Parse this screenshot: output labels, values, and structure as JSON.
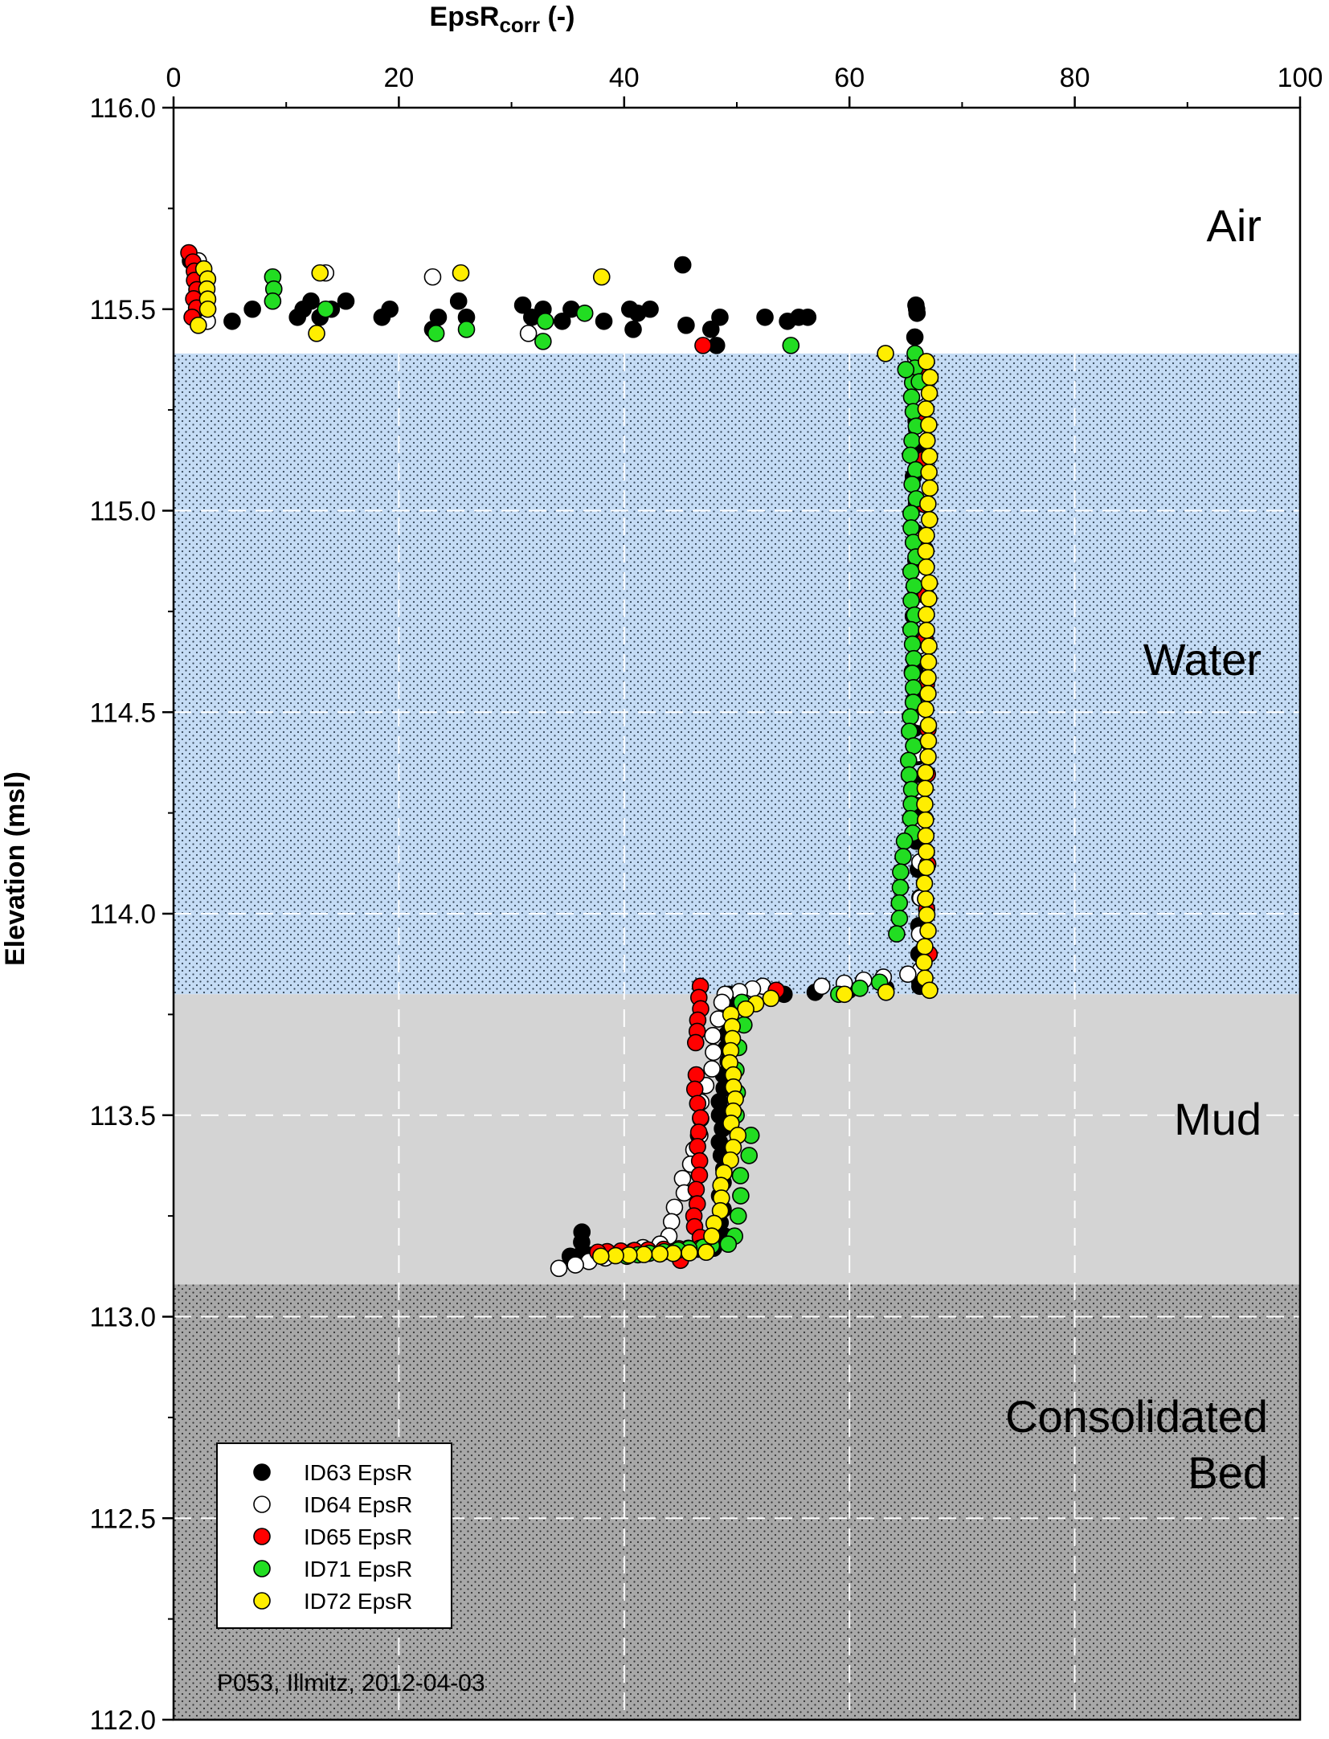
{
  "chart_data": {
    "type": "scatter",
    "xlabel_main": "EpsR",
    "xlabel_sub": "corr",
    "xlabel_suffix": " (-)",
    "ylabel": "Elevation (msl)",
    "xlim": [
      0,
      100
    ],
    "ylim": [
      112.0,
      116.0
    ],
    "x_ticks": [
      "0",
      "20",
      "40",
      "60",
      "80",
      "100"
    ],
    "y_ticks": [
      "112.0",
      "112.5",
      "113.0",
      "113.5",
      "114.0",
      "114.5",
      "115.0",
      "115.5",
      "116.0"
    ],
    "x_axis_position": "top",
    "grid": true,
    "legend_position": "bottom-left",
    "annotation": "P053, Illmitz, 2012-04-03",
    "layers": [
      {
        "label": "Air",
        "top": 116.0,
        "bottom": 115.39,
        "color": "#ffffff",
        "pattern": "none"
      },
      {
        "label": "Water",
        "top": 115.39,
        "bottom": 113.8,
        "color": "#c5dcf5",
        "pattern": "stipple"
      },
      {
        "label": "Mud",
        "top": 113.8,
        "bottom": 113.08,
        "color": "#d4d4d4",
        "pattern": "none"
      },
      {
        "label_line1": "Consolidated",
        "label_line2": "Bed",
        "top": 113.08,
        "bottom": 112.0,
        "color": "#a8a8a8",
        "pattern": "stipple"
      }
    ],
    "series": [
      {
        "name": "ID63 EpsR",
        "color": "#000000",
        "segments": [
          {
            "x0": 65.9,
            "y0": 115.5,
            "x1": 65.7,
            "y1": 114.6,
            "n": 14,
            "j": 0.2
          },
          {
            "x0": 65.8,
            "y0": 114.6,
            "x1": 66.3,
            "y1": 113.83,
            "n": 12,
            "j": 0.2
          },
          {
            "x0": 66.0,
            "y0": 113.82,
            "x1": 54.0,
            "y1": 113.8,
            "n": 5,
            "j": 0.3
          },
          {
            "x0": 49.5,
            "y0": 113.8,
            "x1": 48.5,
            "y1": 113.5,
            "n": 10,
            "j": 0.3
          },
          {
            "x0": 48.5,
            "y0": 113.5,
            "x1": 48.8,
            "y1": 113.2,
            "n": 10,
            "j": 0.3
          },
          {
            "x0": 48.0,
            "y0": 113.17,
            "x1": 35.5,
            "y1": 113.15,
            "n": 9,
            "j": 0.3
          },
          {
            "x0": 36.3,
            "y0": 113.21,
            "x1": 36.3,
            "y1": 113.16,
            "n": 3,
            "j": 0.1
          }
        ],
        "points": [
          [
            1.5,
            115.62
          ],
          [
            2.2,
            115.55
          ],
          [
            3.0,
            115.5
          ],
          [
            5.2,
            115.47
          ],
          [
            7.0,
            115.5
          ],
          [
            11.0,
            115.48
          ],
          [
            11.5,
            115.5
          ],
          [
            12.2,
            115.52
          ],
          [
            13.0,
            115.48
          ],
          [
            14.0,
            115.5
          ],
          [
            15.3,
            115.52
          ],
          [
            18.5,
            115.48
          ],
          [
            19.2,
            115.5
          ],
          [
            23.0,
            115.45
          ],
          [
            23.5,
            115.48
          ],
          [
            25.3,
            115.52
          ],
          [
            26.0,
            115.48
          ],
          [
            31.0,
            115.51
          ],
          [
            31.8,
            115.48
          ],
          [
            32.8,
            115.5
          ],
          [
            34.5,
            115.47
          ],
          [
            35.3,
            115.5
          ],
          [
            38.2,
            115.47
          ],
          [
            40.5,
            115.5
          ],
          [
            40.8,
            115.45
          ],
          [
            41.2,
            115.49
          ],
          [
            42.3,
            115.5
          ],
          [
            45.2,
            115.61
          ],
          [
            45.5,
            115.46
          ],
          [
            47.7,
            115.45
          ],
          [
            48.5,
            115.48
          ],
          [
            48.2,
            115.41
          ],
          [
            52.5,
            115.48
          ],
          [
            54.5,
            115.47
          ],
          [
            55.5,
            115.48
          ],
          [
            56.3,
            115.48
          ],
          [
            65.9,
            115.51
          ],
          [
            66.0,
            115.49
          ]
        ]
      },
      {
        "name": "ID64 EpsR",
        "color": "#ffffff",
        "segments": [
          {
            "x0": 66.0,
            "y0": 115.38,
            "x1": 66.3,
            "y1": 113.86,
            "n": 18,
            "j": 0.15
          },
          {
            "x0": 65.0,
            "y0": 113.85,
            "x1": 57.5,
            "y1": 113.82,
            "n": 5,
            "j": 0.2
          },
          {
            "x0": 52.5,
            "y0": 113.82,
            "x1": 49.0,
            "y1": 113.8,
            "n": 4,
            "j": 0.2
          },
          {
            "x0": 48.5,
            "y0": 113.78,
            "x1": 46.5,
            "y1": 113.45,
            "n": 9,
            "j": 0.3
          },
          {
            "x0": 46.5,
            "y0": 113.45,
            "x1": 44.0,
            "y1": 113.2,
            "n": 8,
            "j": 0.3
          },
          {
            "x0": 43.0,
            "y0": 113.18,
            "x1": 34.5,
            "y1": 113.12,
            "n": 8,
            "j": 0.3
          }
        ],
        "points": [
          [
            3.0,
            115.47
          ],
          [
            13.5,
            115.59
          ],
          [
            23.0,
            115.58
          ],
          [
            31.5,
            115.44
          ],
          [
            2.2,
            115.62
          ]
        ]
      },
      {
        "name": "ID65 EpsR",
        "color": "#ff0000",
        "segments": [
          {
            "x0": 1.5,
            "y0": 115.64,
            "x1": 1.8,
            "y1": 115.48,
            "n": 8,
            "j": 0.4
          },
          {
            "x0": 66.5,
            "y0": 115.35,
            "x1": 67.0,
            "y1": 113.9,
            "n": 14,
            "j": 0.2
          },
          {
            "x0": 46.8,
            "y0": 113.82,
            "x1": 46.5,
            "y1": 113.68,
            "n": 6,
            "j": 0.3
          },
          {
            "x0": 46.5,
            "y0": 113.6,
            "x1": 46.5,
            "y1": 113.28,
            "n": 10,
            "j": 0.3
          },
          {
            "x0": 46.2,
            "y0": 113.25,
            "x1": 46.8,
            "y1": 113.17,
            "n": 4,
            "j": 0.2
          },
          {
            "x0": 46.0,
            "y0": 113.17,
            "x1": 37.5,
            "y1": 113.16,
            "n": 8,
            "j": 0.3
          }
        ],
        "points": [
          [
            47.0,
            115.41
          ],
          [
            53.5,
            113.81
          ],
          [
            45.0,
            113.14
          ]
        ]
      },
      {
        "name": "ID71 EpsR",
        "color": "#22dd22",
        "segments": [
          {
            "x0": 65.7,
            "y0": 115.39,
            "x1": 65.5,
            "y1": 114.2,
            "n": 34,
            "j": 0.3
          },
          {
            "x0": 64.8,
            "y0": 114.18,
            "x1": 64.3,
            "y1": 113.95,
            "n": 7,
            "j": 0.3
          },
          {
            "x0": 62.5,
            "y0": 113.83,
            "x1": 59.0,
            "y1": 113.8,
            "n": 3,
            "j": 0.2
          },
          {
            "x0": 50.5,
            "y0": 113.78,
            "x1": 50.0,
            "y1": 113.5,
            "n": 6,
            "j": 0.3
          },
          {
            "x0": 51.0,
            "y0": 113.45,
            "x1": 50.0,
            "y1": 113.2,
            "n": 6,
            "j": 0.3
          },
          {
            "x0": 49.0,
            "y0": 113.18,
            "x1": 40.0,
            "y1": 113.15,
            "n": 9,
            "j": 0.3
          }
        ],
        "points": [
          [
            8.8,
            115.58
          ],
          [
            8.9,
            115.55
          ],
          [
            8.8,
            115.52
          ],
          [
            13.5,
            115.5
          ],
          [
            23.3,
            115.44
          ],
          [
            26.0,
            115.45
          ],
          [
            32.8,
            115.42
          ],
          [
            33.0,
            115.47
          ],
          [
            36.5,
            115.49
          ],
          [
            54.8,
            115.41
          ],
          [
            65.0,
            115.35
          ],
          [
            66.2,
            115.32
          ]
        ]
      },
      {
        "name": "ID72 EpsR",
        "color": "#ffee00",
        "segments": [
          {
            "x0": 2.8,
            "y0": 115.6,
            "x1": 3.0,
            "y1": 115.5,
            "n": 5,
            "j": 0.3
          },
          {
            "x0": 67.0,
            "y0": 115.37,
            "x1": 66.8,
            "y1": 113.84,
            "n": 40,
            "j": 0.2
          },
          {
            "x0": 67.0,
            "y0": 113.81,
            "x1": 59.5,
            "y1": 113.8,
            "n": 3,
            "j": 0.2
          },
          {
            "x0": 53.0,
            "y0": 113.79,
            "x1": 49.5,
            "y1": 113.75,
            "n": 4,
            "j": 0.2
          },
          {
            "x0": 49.5,
            "y0": 113.72,
            "x1": 49.8,
            "y1": 113.45,
            "n": 10,
            "j": 0.3
          },
          {
            "x0": 49.5,
            "y0": 113.42,
            "x1": 47.8,
            "y1": 113.2,
            "n": 8,
            "j": 0.3
          },
          {
            "x0": 47.0,
            "y0": 113.16,
            "x1": 37.8,
            "y1": 113.15,
            "n": 8,
            "j": 0.3
          }
        ],
        "points": [
          [
            2.2,
            115.46
          ],
          [
            12.7,
            115.44
          ],
          [
            13.0,
            115.59
          ],
          [
            25.5,
            115.59
          ],
          [
            38.0,
            115.58
          ],
          [
            63.2,
            115.39
          ]
        ]
      }
    ]
  }
}
